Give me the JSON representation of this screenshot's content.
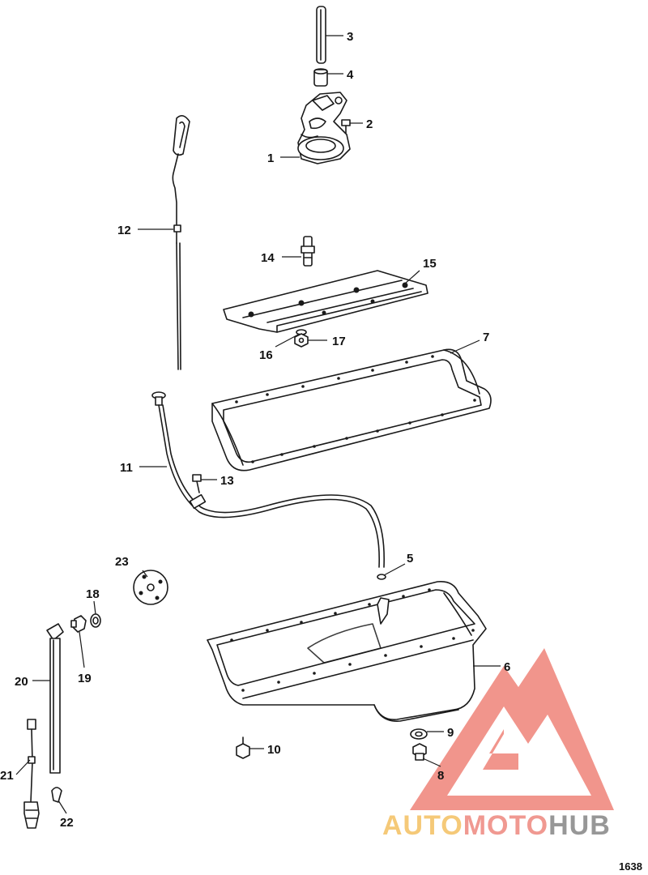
{
  "diagram": {
    "callouts": [
      "1",
      "2",
      "3",
      "4",
      "5",
      "6",
      "7",
      "8",
      "9",
      "10",
      "11",
      "12",
      "13",
      "14",
      "15",
      "16",
      "17",
      "18",
      "19",
      "20",
      "21",
      "22",
      "23"
    ],
    "figure_number": "1638"
  },
  "watermark": {
    "auto": "AUTO",
    "moto": "MOTO",
    "hub": "HUB",
    "colors": {
      "triangle": "#f08a80",
      "auto": "#f5c46a",
      "moto": "#ef8f86",
      "hub": "#8c8c8c"
    }
  }
}
